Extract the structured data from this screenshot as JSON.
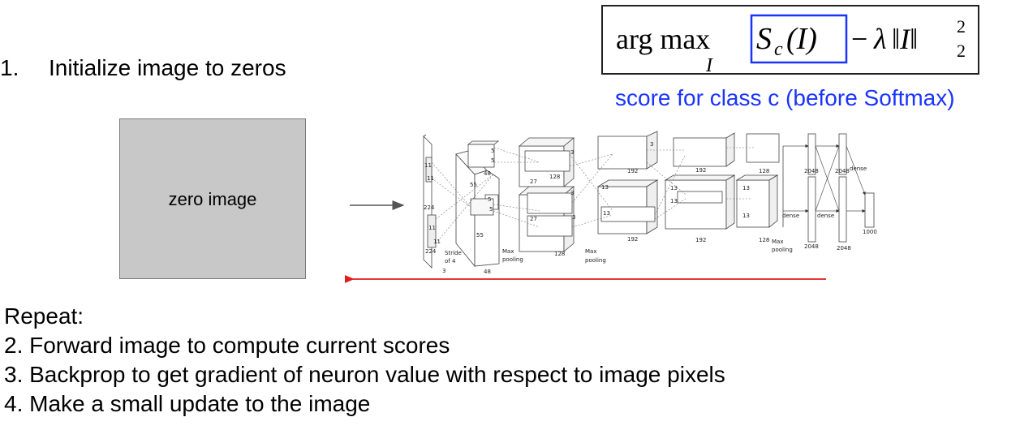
{
  "steps": {
    "step1_number": "1.",
    "step1_text": "Initialize image to zeros",
    "repeat_label": "Repeat:",
    "step2": "2. Forward image to compute current scores",
    "step3": "3. Backprop to get gradient of neuron value with respect to image pixels",
    "step4": "4. Make a small update to the image"
  },
  "formula": {
    "argmax": "arg max",
    "argmax_sub": "I",
    "score_term": "S",
    "score_sub": "c",
    "score_arg": "(I)",
    "minus": "−",
    "lambda": "λ",
    "norm_expr": "‖I‖",
    "norm_sup": "2",
    "norm_sub": "2",
    "caption": "score for class c (before Softmax)"
  },
  "zero_image": {
    "label": "zero image"
  },
  "alexnet": {
    "labels": {
      "in_11a": "11",
      "in_11b": "11",
      "in_224a": "224",
      "in_224b": "224",
      "in_3": "3",
      "stride": "Stride",
      "of4": "of 4",
      "c1_55a": "55",
      "c1_55b": "55",
      "c1_48a": "48",
      "c1_48b": "48",
      "k5a": "5",
      "k5b": "5",
      "k5c": "5",
      "k5d": "5",
      "c2_27": "27",
      "c2_128a": "128",
      "c2_128b": "128",
      "k3a": "3",
      "k3b": "3",
      "k3c": "3",
      "k3d": "3",
      "c3_13a": "13",
      "c3_13b": "13",
      "c3_192a": "192",
      "c3_192b": "192",
      "c4_13a": "13",
      "c4_13b": "13",
      "c4_192a": "192",
      "c4_192b": "192",
      "c5_13a": "13",
      "c5_13b": "13",
      "c5_128a": "128",
      "c5_128b": "128",
      "maxpool1": "Max",
      "pool1": "pooling",
      "maxpool2": "Max",
      "pool2": "pooling",
      "maxpool3": "Max",
      "pool3": "pooling",
      "fc_2048a": "2048",
      "fc_2048b": "2048",
      "fc_2048c": "2048",
      "fc_2048d": "2048",
      "dense1": "dense",
      "dense2": "dense",
      "dense3": "dense",
      "out_1000": "1000"
    }
  },
  "colors": {
    "formula_highlight": "#1a33ff",
    "backprop_arrow": "#e31b1b",
    "forward_arrow": "#555555",
    "zero_image_fill": "#c8c8c8"
  }
}
